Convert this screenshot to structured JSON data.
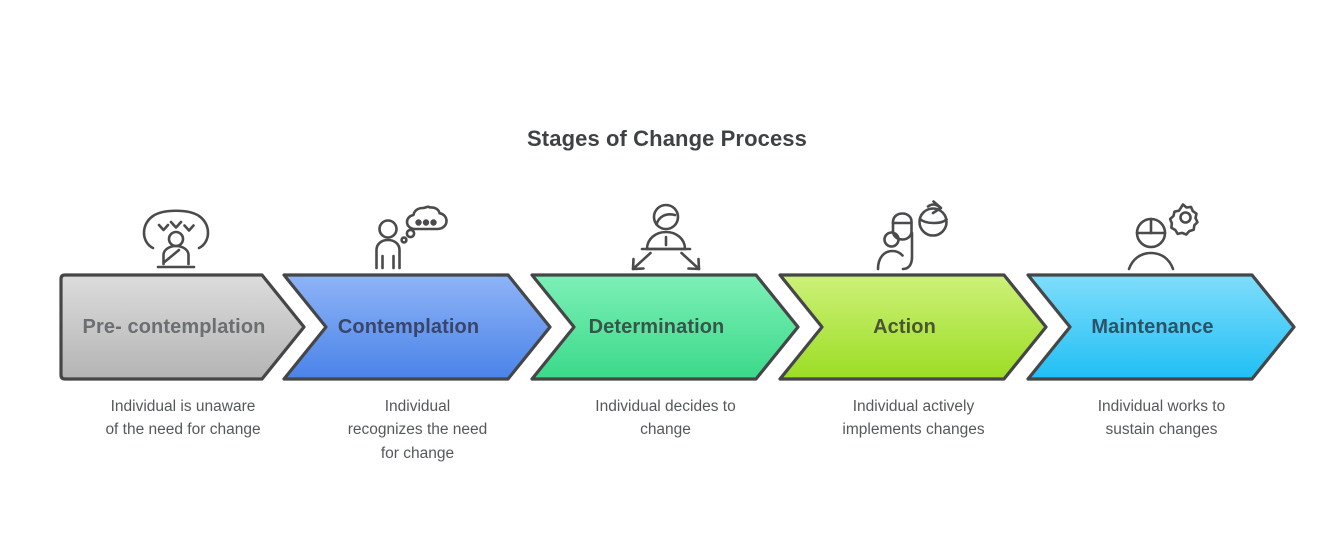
{
  "title": "Stages of Change Process",
  "background_color": "#ffffff",
  "title_color": "#3f4245",
  "outline_color": "#454648",
  "caption_color": "#55585b",
  "diagram": {
    "type": "chevron-process-flow",
    "direction": "left-to-right",
    "stage_count": 5,
    "stages": [
      {
        "index": 1,
        "label": "Pre-\ncontemplation",
        "caption": "Individual is unaware\nof the need for change",
        "icon": "person-thinking-birds-icon",
        "fill_top": "#dcdcdc",
        "fill_bottom": "#b4b4b4",
        "label_color": "#6b6f72",
        "shape": "flat-left-pointed-right"
      },
      {
        "index": 2,
        "label": "Contemplation",
        "caption": "Individual\nrecognizes the need\nfor change",
        "icon": "person-thought-bubble-icon",
        "fill_top": "#8fb4f7",
        "fill_bottom": "#4a83e8",
        "label_color": "#39466b",
        "shape": "notched-left-pointed-right"
      },
      {
        "index": 3,
        "label": "Determination",
        "caption": "Individual decides to\nchange",
        "icon": "person-target-arrows-icon",
        "fill_top": "#7df0b7",
        "fill_bottom": "#3bd98a",
        "label_color": "#39554a",
        "shape": "notched-left-pointed-right"
      },
      {
        "index": 4,
        "label": "Action",
        "caption": "Individual actively\nimplements changes",
        "icon": "person-rotating-arrow-icon",
        "fill_top": "#cdf179",
        "fill_bottom": "#9cdd24",
        "label_color": "#4b5530",
        "shape": "notched-left-pointed-right"
      },
      {
        "index": 5,
        "label": "Maintenance",
        "caption": "Individual works to\nsustain changes",
        "icon": "person-gear-icon",
        "fill_top": "#80ddfb",
        "fill_bottom": "#20bff5",
        "label_color": "#2b5366",
        "shape": "notched-left-pointed-right"
      }
    ]
  }
}
